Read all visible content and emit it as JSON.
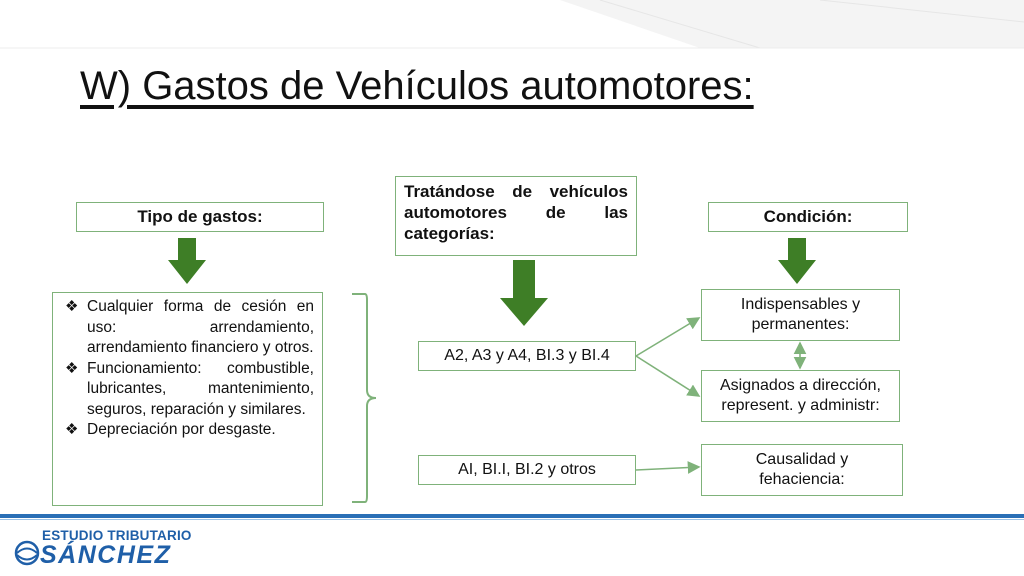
{
  "title": "W) Gastos de Vehículos automotores:",
  "tipo_header": "Tipo de gastos:",
  "categorias_header": "Tratándose de vehículos automotores de las categorías:",
  "condicion_header": "Condición:",
  "bullets": [
    "Cualquier forma de cesión en uso: arrendamiento, arrendamiento financiero y otros.",
    "Funcionamiento: combustible, lubricantes, mantenimiento, seguros, reparación y similares.",
    "Depreciación por desgaste."
  ],
  "bullet_marker": "❖",
  "cat_group1": "A2, A3  y A4, BI.3  y BI.4",
  "cat_group2": "AI, BI.I, BI.2 y otros",
  "cond_indispensables": "Indispensables y permanentes:",
  "cond_asignados": "Asignados a dirección, represent. y administr:",
  "cond_causalidad": "Causalidad y fehaciencia:",
  "logo": {
    "top": "ESTUDIO TRIBUTARIO",
    "main": "SÁNCHEZ"
  },
  "colors": {
    "arrow_green": "#3e7e26",
    "border_green": "#7fb27a",
    "brand_blue": "#1f5fa8"
  }
}
